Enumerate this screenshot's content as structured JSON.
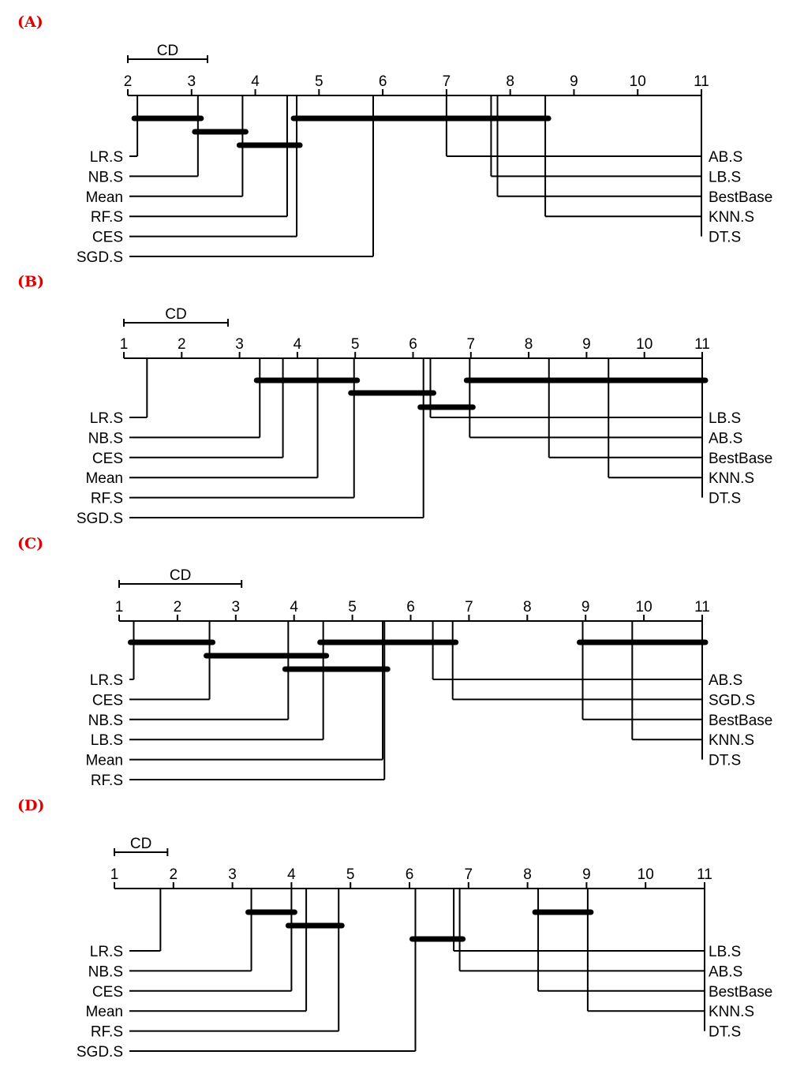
{
  "chart_data": [
    {
      "type": "critical-difference",
      "panel": "(A)",
      "axis_range": [
        2,
        11
      ],
      "ticks": [
        2,
        3,
        4,
        5,
        6,
        7,
        8,
        9,
        10,
        11
      ],
      "cd_label": "CD",
      "cd_value": 1.25,
      "left_methods": [
        {
          "name": "LR.S",
          "rank": 2.15
        },
        {
          "name": "NB.S",
          "rank": 3.1
        },
        {
          "name": "Mean",
          "rank": 3.8
        },
        {
          "name": "RF.S",
          "rank": 4.5
        },
        {
          "name": "CES",
          "rank": 4.65
        },
        {
          "name": "SGD.S",
          "rank": 5.85
        }
      ],
      "right_methods": [
        {
          "name": "AB.S",
          "rank": 7.0
        },
        {
          "name": "LB.S",
          "rank": 7.7
        },
        {
          "name": "BestBase",
          "rank": 7.8
        },
        {
          "name": "KNN.S",
          "rank": 8.55
        },
        {
          "name": "DT.S",
          "rank": 11.0
        }
      ],
      "cliques": [
        [
          2.15,
          3.1
        ],
        [
          3.1,
          3.8
        ],
        [
          3.8,
          4.65
        ],
        [
          4.65,
          8.55
        ]
      ]
    },
    {
      "type": "critical-difference",
      "panel": "(B)",
      "axis_range": [
        1,
        11
      ],
      "ticks": [
        1,
        2,
        3,
        4,
        5,
        6,
        7,
        8,
        9,
        10,
        11
      ],
      "cd_label": "CD",
      "cd_value": 1.8,
      "left_methods": [
        {
          "name": "LR.S",
          "rank": 1.4
        },
        {
          "name": "NB.S",
          "rank": 3.35
        },
        {
          "name": "CES",
          "rank": 3.75
        },
        {
          "name": "Mean",
          "rank": 4.35
        },
        {
          "name": "RF.S",
          "rank": 4.98
        },
        {
          "name": "SGD.S",
          "rank": 6.18
        }
      ],
      "right_methods": [
        {
          "name": "LB.S",
          "rank": 6.3
        },
        {
          "name": "AB.S",
          "rank": 6.98
        },
        {
          "name": "BestBase",
          "rank": 8.35
        },
        {
          "name": "KNN.S",
          "rank": 9.38
        },
        {
          "name": "DT.S",
          "rank": 11.0
        }
      ],
      "cliques": [
        [
          3.35,
          4.98
        ],
        [
          4.98,
          6.3
        ],
        [
          6.18,
          6.98
        ],
        [
          6.98,
          11.0
        ]
      ]
    },
    {
      "type": "critical-difference",
      "panel": "(C)",
      "axis_range": [
        1,
        11
      ],
      "ticks": [
        1,
        2,
        3,
        4,
        5,
        6,
        7,
        8,
        9,
        10,
        11
      ],
      "cd_label": "CD",
      "cd_value": 2.1,
      "left_methods": [
        {
          "name": "LR.S",
          "rank": 1.25
        },
        {
          "name": "CES",
          "rank": 2.55
        },
        {
          "name": "NB.S",
          "rank": 3.9
        },
        {
          "name": "LB.S",
          "rank": 4.5
        },
        {
          "name": "Mean",
          "rank": 5.52
        },
        {
          "name": "RF.S",
          "rank": 5.55
        }
      ],
      "right_methods": [
        {
          "name": "AB.S",
          "rank": 6.38
        },
        {
          "name": "SGD.S",
          "rank": 6.72
        },
        {
          "name": "BestBase",
          "rank": 8.95
        },
        {
          "name": "KNN.S",
          "rank": 9.8
        },
        {
          "name": "DT.S",
          "rank": 11.0
        }
      ],
      "cliques": [
        [
          1.25,
          2.55
        ],
        [
          2.55,
          4.5
        ],
        [
          4.5,
          6.72
        ],
        [
          3.9,
          5.55
        ],
        [
          8.95,
          11.0
        ]
      ]
    },
    {
      "type": "critical-difference",
      "panel": "(D)",
      "axis_range": [
        1,
        11
      ],
      "ticks": [
        1,
        2,
        3,
        4,
        5,
        6,
        7,
        8,
        9,
        10,
        11
      ],
      "cd_label": "CD",
      "cd_value": 0.9,
      "left_methods": [
        {
          "name": "LR.S",
          "rank": 1.78
        },
        {
          "name": "NB.S",
          "rank": 3.32
        },
        {
          "name": "CES",
          "rank": 4.0
        },
        {
          "name": "Mean",
          "rank": 4.25
        },
        {
          "name": "RF.S",
          "rank": 4.8
        },
        {
          "name": "SGD.S",
          "rank": 6.1
        }
      ],
      "right_methods": [
        {
          "name": "LB.S",
          "rank": 6.75
        },
        {
          "name": "AB.S",
          "rank": 6.85
        },
        {
          "name": "BestBase",
          "rank": 8.18
        },
        {
          "name": "KNN.S",
          "rank": 9.02
        },
        {
          "name": "DT.S",
          "rank": 11.0
        }
      ],
      "cliques": [
        [
          3.32,
          4.0
        ],
        [
          4.0,
          4.8
        ],
        [
          6.1,
          6.85
        ],
        [
          8.18,
          9.02
        ]
      ]
    }
  ]
}
